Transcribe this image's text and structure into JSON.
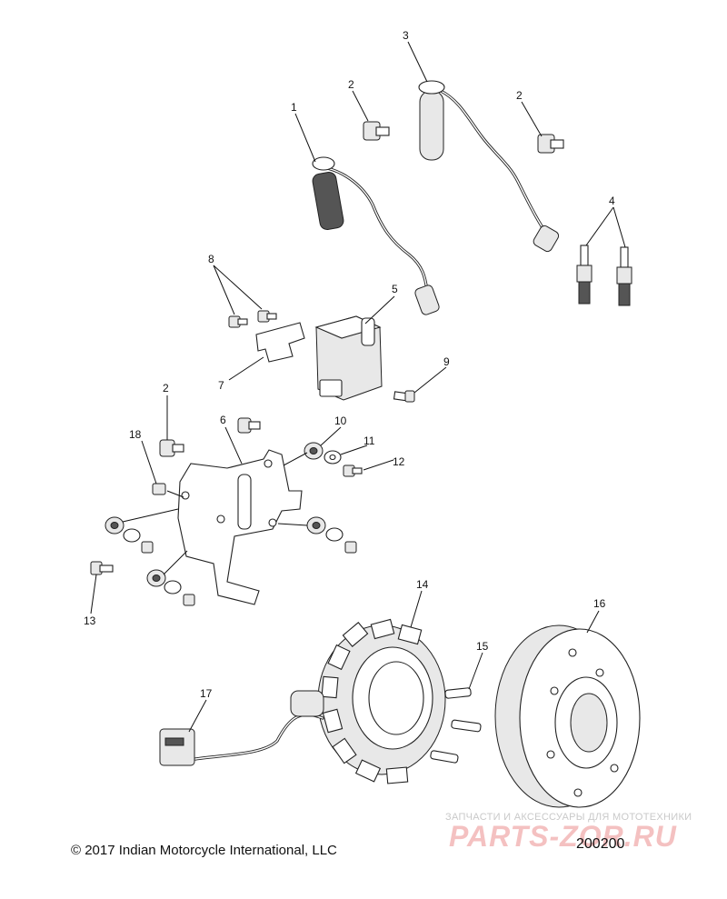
{
  "diagram": {
    "callouts": [
      {
        "id": "c1",
        "label": "1"
      },
      {
        "id": "c2a",
        "label": "2"
      },
      {
        "id": "c3",
        "label": "3"
      },
      {
        "id": "c2b",
        "label": "2"
      },
      {
        "id": "c4",
        "label": "4"
      },
      {
        "id": "c8",
        "label": "8"
      },
      {
        "id": "c5",
        "label": "5"
      },
      {
        "id": "c7",
        "label": "7"
      },
      {
        "id": "c9",
        "label": "9"
      },
      {
        "id": "c2c",
        "label": "2"
      },
      {
        "id": "c6",
        "label": "6"
      },
      {
        "id": "c10",
        "label": "10"
      },
      {
        "id": "c18",
        "label": "18"
      },
      {
        "id": "c11",
        "label": "11"
      },
      {
        "id": "c12",
        "label": "12"
      },
      {
        "id": "c13",
        "label": "13"
      },
      {
        "id": "c14",
        "label": "14"
      },
      {
        "id": "c16",
        "label": "16"
      },
      {
        "id": "c15",
        "label": "15"
      },
      {
        "id": "c17",
        "label": "17"
      }
    ]
  },
  "footer": {
    "copyright": "© 2017 Indian Motorcycle International, LLC",
    "diagram_number": "200200"
  },
  "watermark": {
    "tagline": "ЗАПЧАСТИ И АКСЕССУАРЫ ДЛЯ МОТОТЕХНИКИ",
    "logo": "PARTS-ZOR.RU"
  }
}
